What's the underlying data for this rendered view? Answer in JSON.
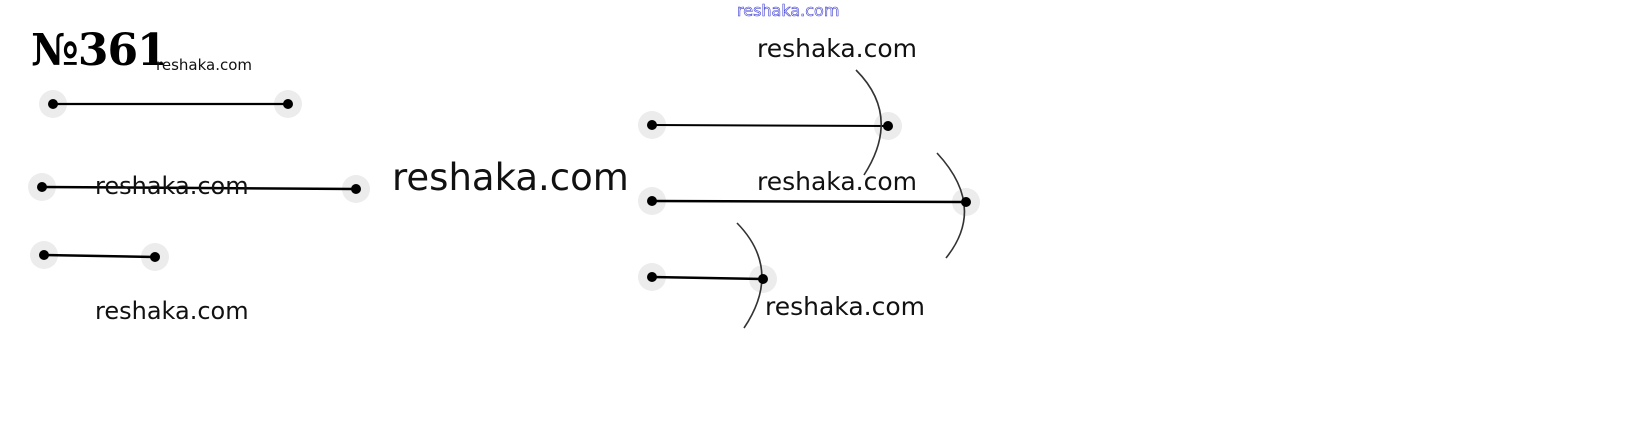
{
  "title": "№361",
  "watermarks": {
    "top": "reshaka.com",
    "small": "reshaka.com",
    "left_middle": "reshaka.com",
    "left_bottom": "reshaka.com",
    "center": "reshaka.com",
    "right_top": "reshaka.com",
    "right_middle": "reshaka.com",
    "right_bottom": "reshaka.com"
  },
  "colors": {
    "ink": "#000000",
    "arc": "#333333",
    "point_halo": "#ececec",
    "top_watermark": "#3a3ad0"
  }
}
